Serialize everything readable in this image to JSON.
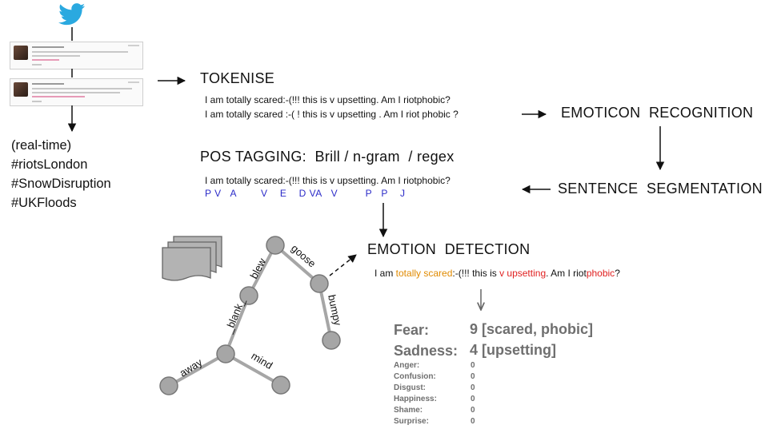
{
  "source": {
    "icon": "twitter-bird-icon",
    "streams": [
      "(real-time)",
      "#riotsLondon",
      "#SnowDisruption",
      "#UKFloods"
    ]
  },
  "steps": {
    "tokenise": "TOKENISE",
    "emoticon": "EMOTICON  RECOGNITION",
    "pos": "POS TAGGING:  Brill / n-gram  / regex",
    "segmentation": "SENTENCE  SEGMENTATION",
    "emotion": "EMOTION  DETECTION"
  },
  "samples": {
    "raw": "I am totally scared:-(!!! this is v upsetting. Am I riotphobic?",
    "tokenised": "I am totally scared :-( ! this is v upsetting . Am I riot phobic ?",
    "segmented": "I am totally scared:-(!!! this is v upsetting. Am I riotphobic?",
    "pos_tags": "P V   A        V    E    D VA   V         P   P    J",
    "emotion_parts": {
      "p1": "I am ",
      "p2": "totally",
      "p3": " ",
      "p4": "scared",
      "p5": ":-(!!! this is ",
      "p6": "v upsetting",
      "p7": ". Am I riot",
      "p8": "phobic",
      "p9": "?"
    }
  },
  "tree": {
    "labels": [
      "blew",
      "goose",
      "_blank_",
      "bumpy",
      "away",
      "mind"
    ]
  },
  "scores": {
    "main": [
      {
        "label": "Fear:",
        "value": "9 [scared, phobic]"
      },
      {
        "label": "Sadness:",
        "value": "4 [upsetting]"
      }
    ],
    "others": [
      {
        "label": "Anger:",
        "value": "0"
      },
      {
        "label": "Confusion:",
        "value": "0"
      },
      {
        "label": "Disgust:",
        "value": "0"
      },
      {
        "label": "Happiness:",
        "value": "0"
      },
      {
        "label": "Shame:",
        "value": "0"
      },
      {
        "label": "Surprise:",
        "value": "0"
      }
    ]
  },
  "colors": {
    "twitter": "#2aa9e0",
    "pos_tags": "#2b2bc8",
    "emotion_orange": "#e08a00",
    "emotion_red": "#e02020",
    "score_grey": "#6f6f6f",
    "tree_node": "#a6a6a6"
  }
}
